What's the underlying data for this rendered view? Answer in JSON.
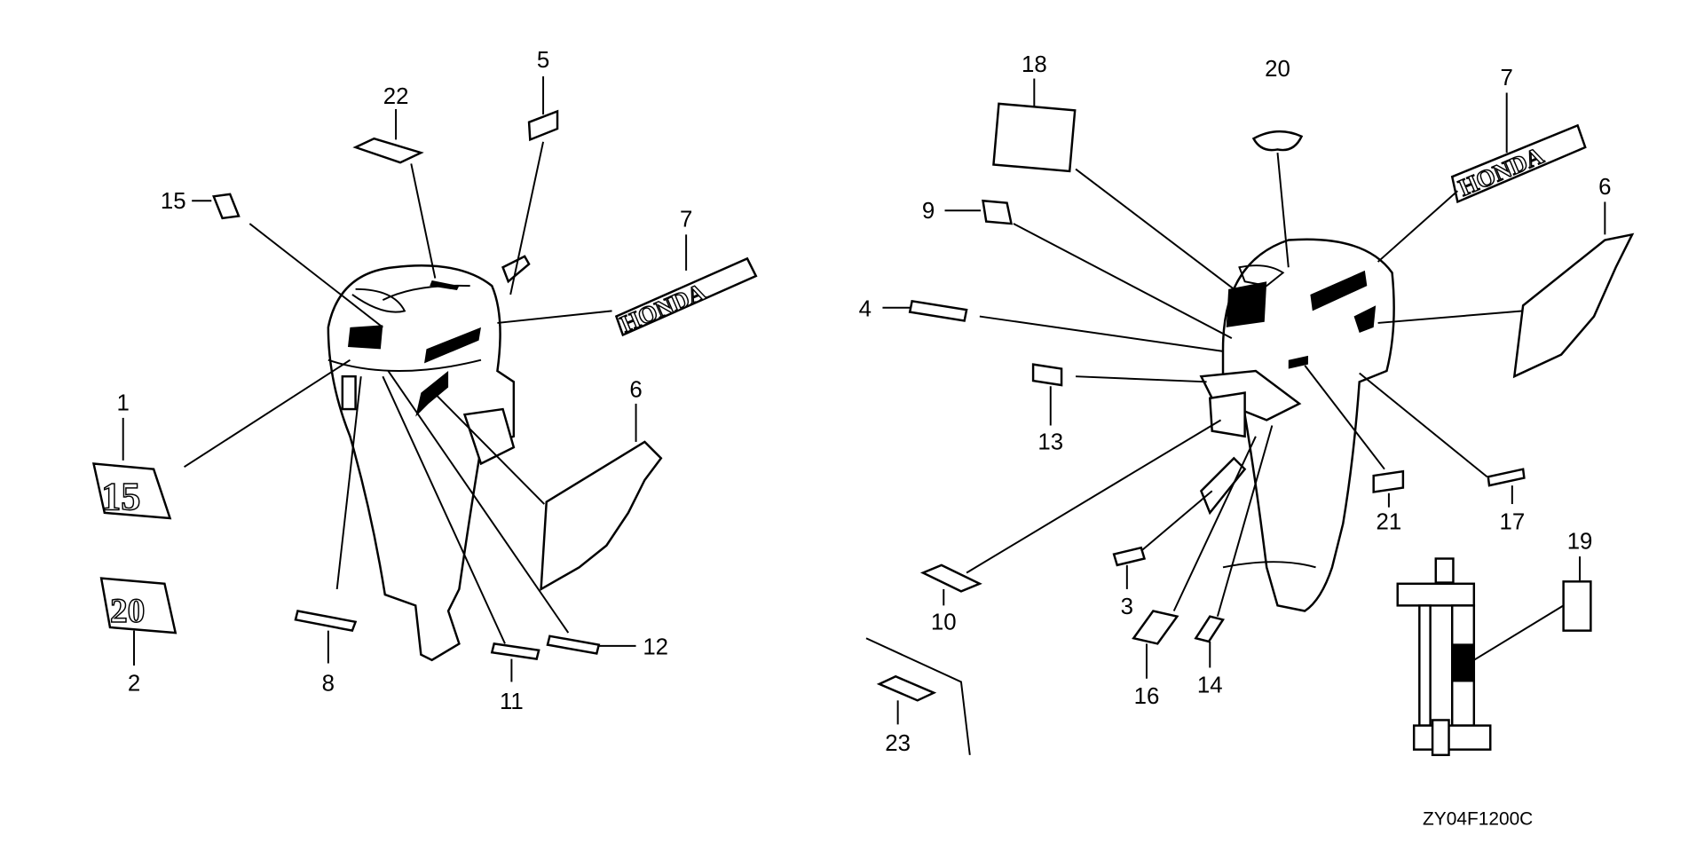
{
  "diagram": {
    "code": "ZY04F1200C",
    "decal_texts": {
      "honda": "HONDA",
      "model_15": "15",
      "model_20": "20"
    },
    "left_callouts": [
      "22",
      "5",
      "15",
      "7",
      "1",
      "6",
      "2",
      "8",
      "11",
      "12"
    ],
    "right_callouts": [
      "18",
      "20",
      "7",
      "9",
      "6",
      "4",
      "13",
      "21",
      "17",
      "19",
      "10",
      "3",
      "16",
      "14",
      "23"
    ]
  }
}
